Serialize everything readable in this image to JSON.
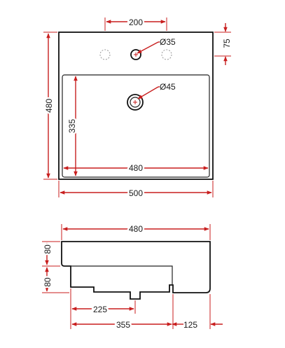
{
  "dimensions": {
    "hole_spacing": "200",
    "tap_hole": "Ø35",
    "waste_hole": "Ø45",
    "deck_depth": "75",
    "total_depth": "480",
    "bowl_depth": "335",
    "bowl_width": "480",
    "total_width": "500",
    "side_width": "480",
    "top_height": "80",
    "lower_height": "80",
    "waste_offset": "225",
    "bottom_width": "355",
    "overhang": "125"
  },
  "colors": {
    "dimension": "#c81e1e",
    "outline": "#111111"
  }
}
